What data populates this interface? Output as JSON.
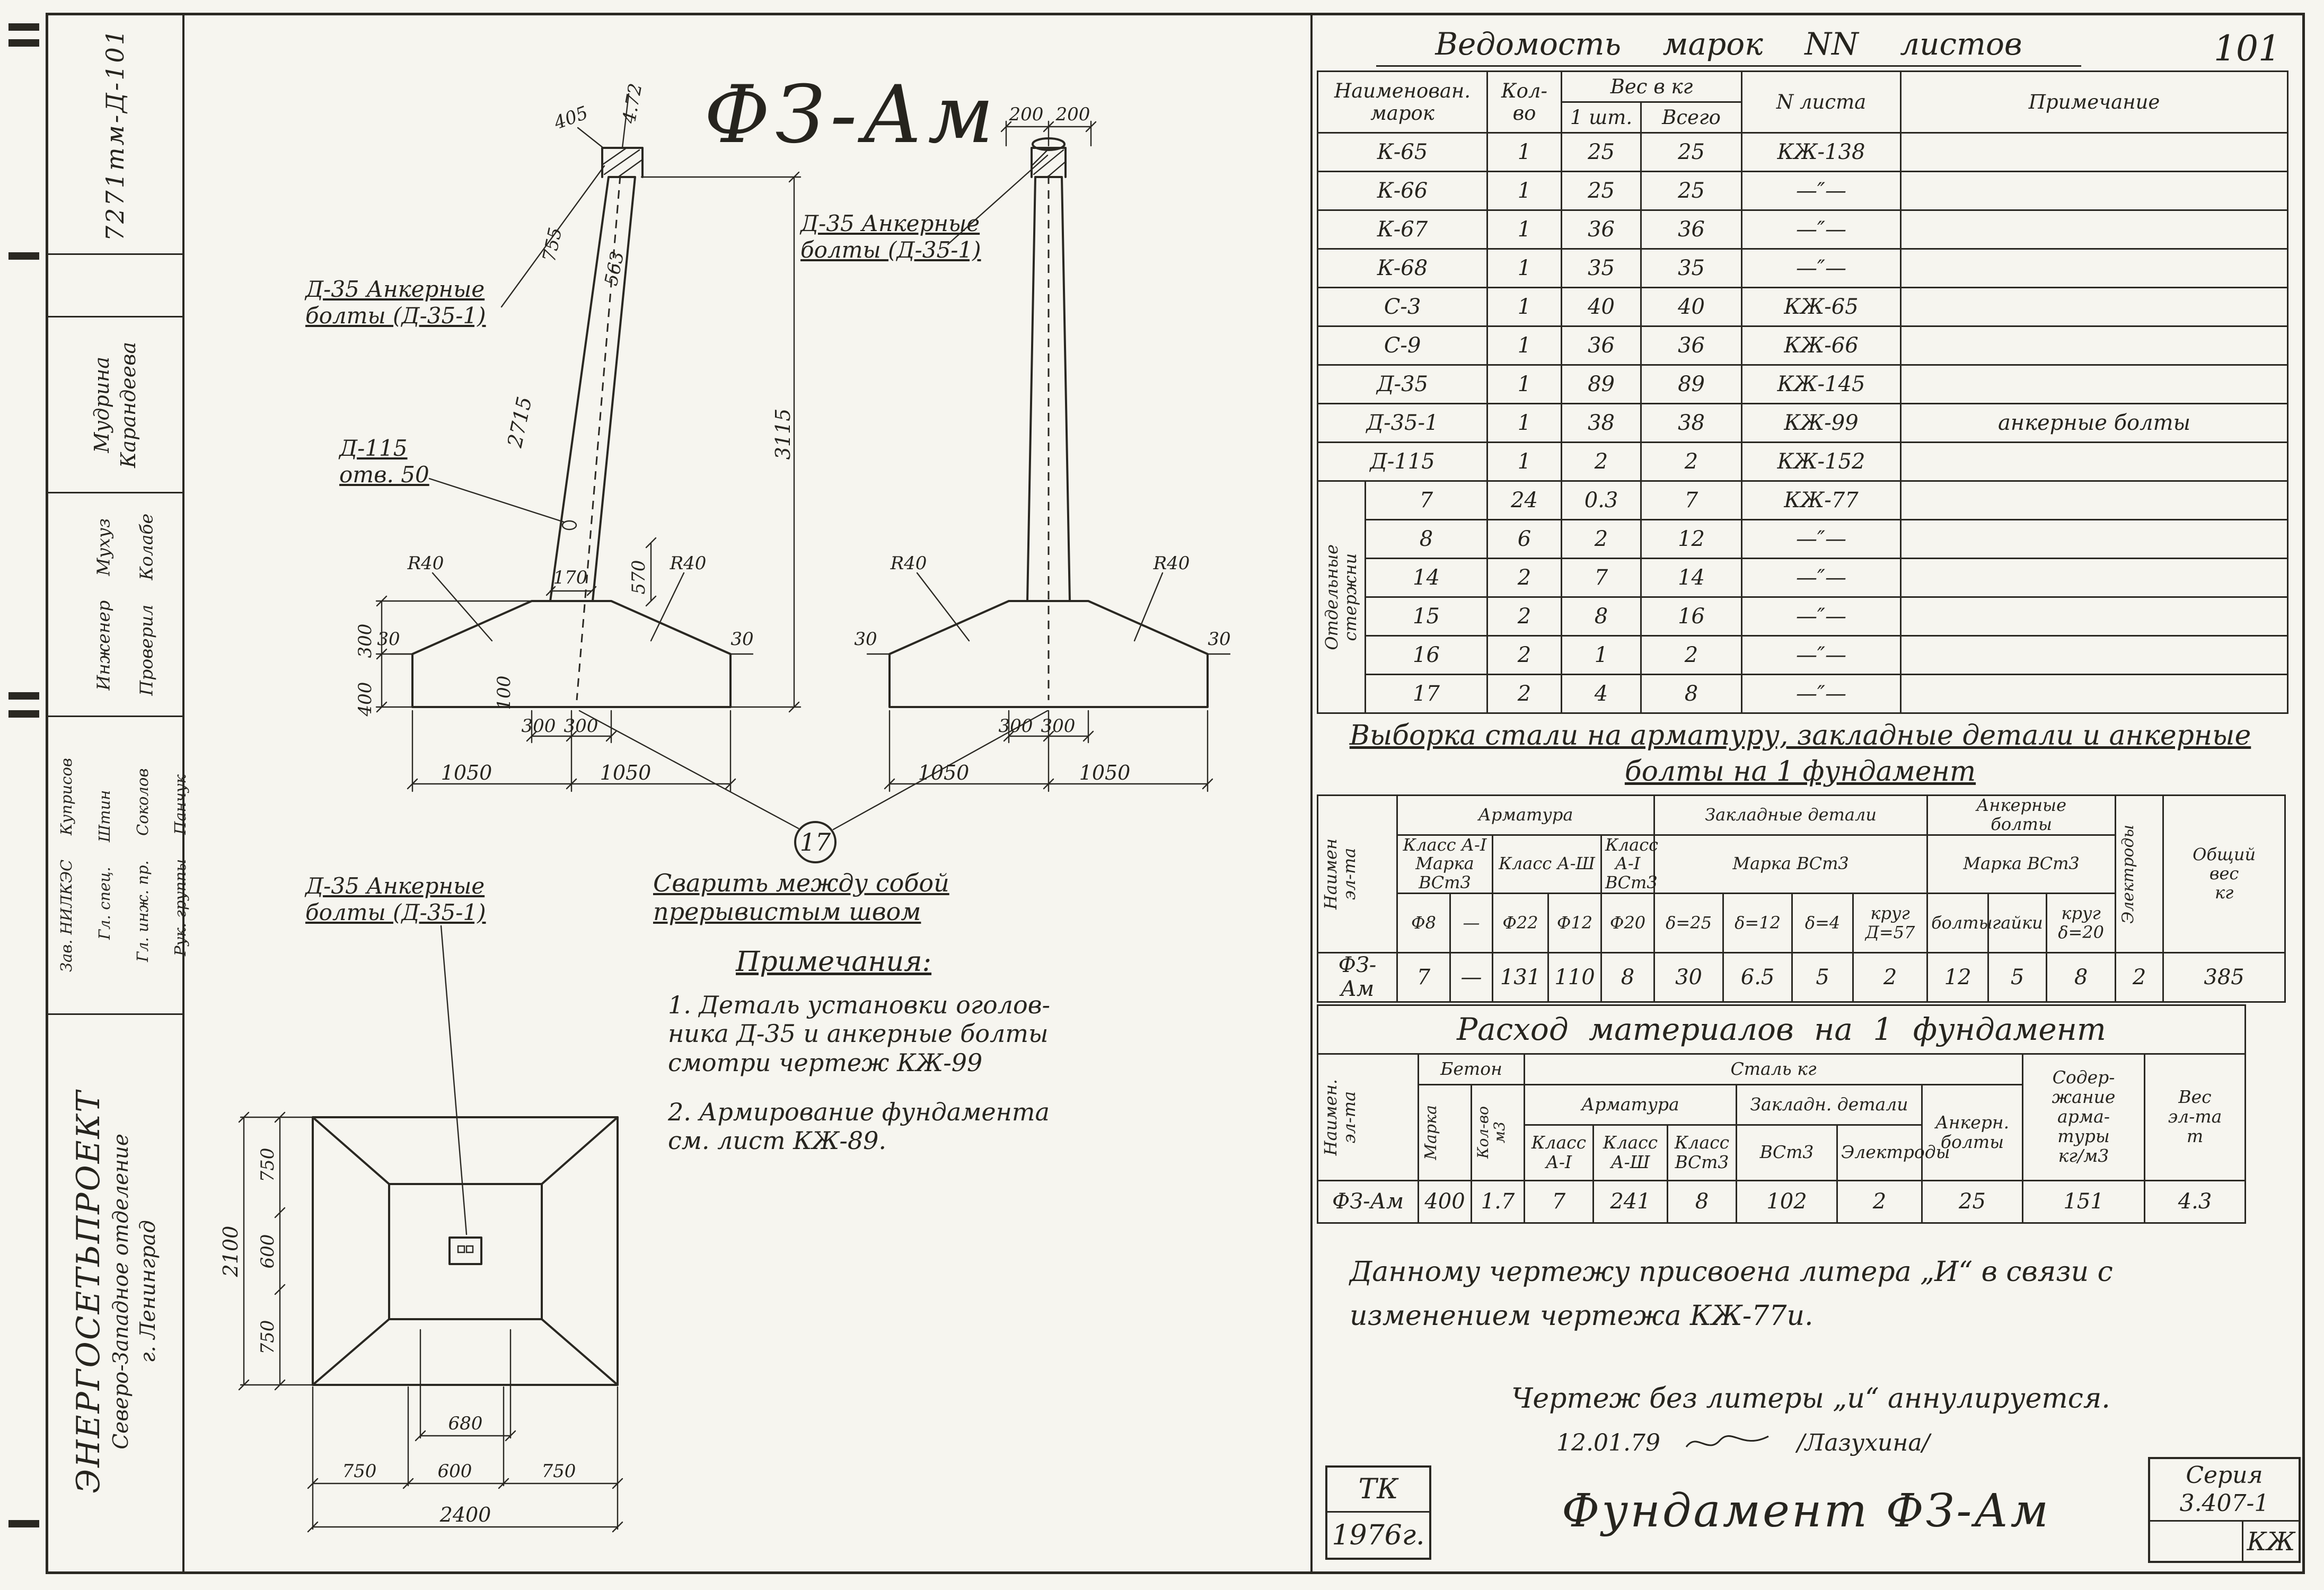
{
  "page": {
    "number": "101"
  },
  "stamp": {
    "doc_number": "7271тм-Д-101",
    "sig_a1": "Мудрина",
    "sig_a2": "Карандеева",
    "role_b1": "Инженер",
    "role_b2": "Проверил",
    "sig_b1": "Мухуз",
    "sig_b2": "Колабе",
    "role_c1": "Зав. НИЛКЭС",
    "role_c2": "Гл. спец.",
    "role_c3": "Гл. инж. пр.",
    "role_c4": "Рук. группы",
    "sig_c1": "Куприсов",
    "sig_c2": "Штин",
    "sig_c3": "Соколов",
    "sig_c4": "Панчук",
    "org1": "ЭНЕРГОСЕТЬПРОЕКТ",
    "org2": "Северо-Западное отделение",
    "org3": "г. Ленинград"
  },
  "drawing": {
    "title": "ФЗ-Ам",
    "labels": {
      "anchor_a": "Д-35 Анкерные\nболты (Д-35-1)",
      "anchor_b": "Д-35 Анкерные\nболты (Д-35-1)",
      "anchor_plan": "Д-35 Анкерные\nболты (Д-35-1)",
      "hole": "Д-115\nотв. 50",
      "callout": "17",
      "weld_note": "Сварить между собой\nпрерывистым швом"
    },
    "notes_title": "Примечания:",
    "note1": "1. Деталь установки оголов-\nника Д-35 и анкерные болты\nсмотри чертеж КЖ-99",
    "note2": "2. Армирование фундамента\nсм. лист КЖ-89.",
    "dims": {
      "slope": "4.72",
      "cap405": "405",
      "l755": "755",
      "l563": "563",
      "h2715": "2715",
      "h3115": "3115",
      "r40": "R40",
      "d30": "30",
      "d300": "300",
      "d400": "400",
      "d100": "100",
      "d570": "570",
      "d170": "170",
      "half1050": "1050",
      "ped300": "300",
      "top200": "200",
      "p750": "750",
      "p600": "600",
      "p2100": "2100",
      "p680": "680",
      "p2400": "2400"
    }
  },
  "vedomost": {
    "title": "Ведомость марок NN листов",
    "headers": {
      "name": "Наименован.\nмарок",
      "qty": "Кол-во",
      "weight": "Вес в кг",
      "w1": "1 шт.",
      "wt": "Всего",
      "sheet": "N листа",
      "note": "Примечание"
    },
    "group_label": "Отдельные\nстержни",
    "rows_a": [
      {
        "name": "К-65",
        "qty": "1",
        "w1": "25",
        "wt": "25",
        "sheet": "КЖ-138",
        "note": ""
      },
      {
        "name": "К-66",
        "qty": "1",
        "w1": "25",
        "wt": "25",
        "sheet": "—″—",
        "note": ""
      },
      {
        "name": "К-67",
        "qty": "1",
        "w1": "36",
        "wt": "36",
        "sheet": "—″—",
        "note": ""
      },
      {
        "name": "К-68",
        "qty": "1",
        "w1": "35",
        "wt": "35",
        "sheet": "—″—",
        "note": ""
      },
      {
        "name": "С-3",
        "qty": "1",
        "w1": "40",
        "wt": "40",
        "sheet": "КЖ-65",
        "note": ""
      },
      {
        "name": "С-9",
        "qty": "1",
        "w1": "36",
        "wt": "36",
        "sheet": "КЖ-66",
        "note": ""
      },
      {
        "name": "Д-35",
        "qty": "1",
        "w1": "89",
        "wt": "89",
        "sheet": "КЖ-145",
        "note": ""
      },
      {
        "name": "Д-35-1",
        "qty": "1",
        "w1": "38",
        "wt": "38",
        "sheet": "КЖ-99",
        "note": "анкерные болты"
      },
      {
        "name": "Д-115",
        "qty": "1",
        "w1": "2",
        "wt": "2",
        "sheet": "КЖ-152",
        "note": ""
      }
    ],
    "rows_b_first": {
      "name": "7",
      "qty": "24",
      "w1": "0.3",
      "wt": "7",
      "sheet": "КЖ-77",
      "note": ""
    },
    "rows_b_rest": [
      {
        "name": "8",
        "qty": "6",
        "w1": "2",
        "wt": "12",
        "sheet": "—″—",
        "note": ""
      },
      {
        "name": "14",
        "qty": "2",
        "w1": "7",
        "wt": "14",
        "sheet": "—″—",
        "note": ""
      },
      {
        "name": "15",
        "qty": "2",
        "w1": "8",
        "wt": "16",
        "sheet": "—″—",
        "note": ""
      },
      {
        "name": "16",
        "qty": "2",
        "w1": "1",
        "wt": "2",
        "sheet": "—″—",
        "note": ""
      },
      {
        "name": "17",
        "qty": "2",
        "w1": "4",
        "wt": "8",
        "sheet": "—″—",
        "note": ""
      }
    ]
  },
  "vyborka": {
    "title": "Выборка стали на арматуру, закладные детали и\nанкерные болты на 1 фундамент",
    "h_name": "Наимен\nэл-та",
    "h_armatura": "Арматура",
    "h_zakladnye": "Закладные детали",
    "h_ankernye": "Анкерные\nболты",
    "h_elektrody": "Электроды",
    "h_total": "Общий\nвес\nкг",
    "h_class_a1": "Класс А-I\nМарка\nВСт3",
    "h_class_a3": "Класс А-Ш",
    "h_class_a1v": "Класс\nА-I\nВСт3",
    "h_marka_z": "Марка ВСт3",
    "h_marka_a": "Марка ВСт3",
    "c_f8": "Ф8",
    "c_dash": "—",
    "c_f22": "Ф22",
    "c_f12": "Ф12",
    "c_f20": "Ф20",
    "c_d25": "δ=25",
    "c_d12": "δ=12",
    "c_d4": "δ=4",
    "c_krug57": "круг\nД=57",
    "c_bolty": "болты",
    "c_gaiki": "гайки",
    "c_krug20": "круг\nδ=20",
    "row": {
      "name": "ФЗ-Ам",
      "f8": "7",
      "dash": "—",
      "f22": "131",
      "f12": "110",
      "f20": "8",
      "d25": "30",
      "d12": "6.5",
      "d4": "5",
      "krug57": "2",
      "bolty": "12",
      "gaiki": "5",
      "krug20": "8",
      "elektrody": "2",
      "total": "385"
    }
  },
  "rashod": {
    "title": "Расход материалов на 1 фундамент",
    "h_name": "Наимен.\nэл-та",
    "h_beton": "Бетон",
    "h_stal": "Сталь кг",
    "h_soderzh": "Содер-\nжание\nарма-\nтуры\nкг/м3",
    "h_ves": "Вес\nэл-та\nт",
    "h_marka": "Марка",
    "h_kolvo": "Кол-во\nм3",
    "h_armatura": "Арматура",
    "h_zakladnye": "Закладн. детали",
    "h_ankern": "Анкерн.\nболты",
    "h_a1": "Класс\nА-I",
    "h_a3": "Класс\nА-Ш",
    "h_vst3": "Класс\nВСт3",
    "h_zvst3": "ВСт3",
    "h_elektrody": "Электроды",
    "row": {
      "name": "ФЗ-Ам",
      "marka": "400",
      "kolvo": "1.7",
      "a1": "7",
      "a3": "241",
      "vst3": "8",
      "zvst3": "102",
      "elektrody": "2",
      "ankern": "25",
      "soderzh": "151",
      "ves": "4.3"
    }
  },
  "remarks": {
    "litera": "Данному чертежу присвоена литера „И“ в связи с\nизменением чертежа КЖ-77и.",
    "annul": "Чертеж без литеры „и“ аннулируется.",
    "date": "12.01.79",
    "signed": "/Лазухина/"
  },
  "titleblock": {
    "tk": "ТК",
    "year": "1976г.",
    "title": "Фундамент ФЗ-Ам",
    "series": "Серия\n3.407-1",
    "code": "КЖ"
  }
}
